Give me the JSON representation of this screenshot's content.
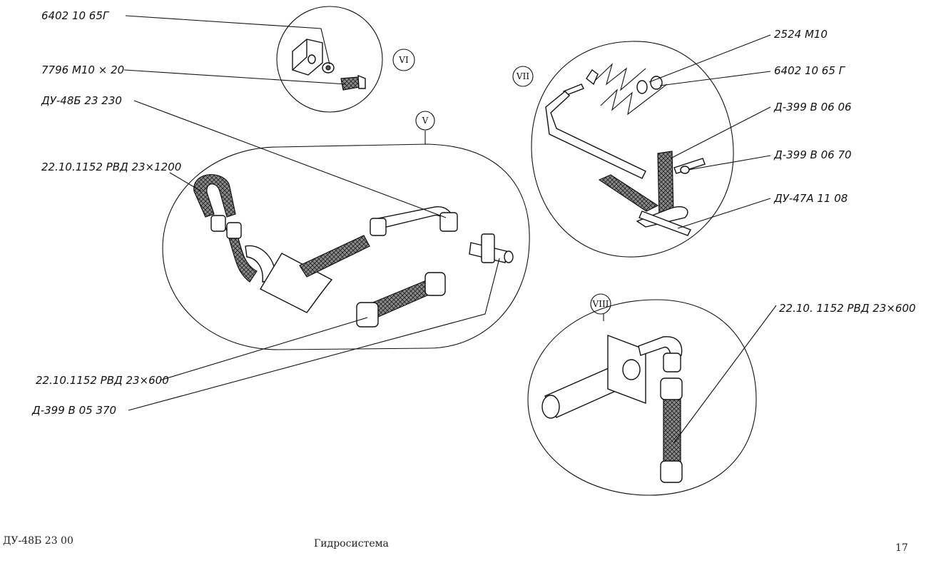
{
  "callouts": {
    "vi_washer": "6402  10  65Г",
    "vi_bolt": "7796  М10 × 20",
    "v_pipe": "ДУ-48Б  23  230",
    "v_hose_long": "22.10.1152 РВД 23×1200",
    "v_hose_short": "22.10.1152 РВД 23×600",
    "v_tee": "Д-399 В  05  370",
    "vii_nut": "2524  М10",
    "vii_washer": "6402  10  65 Г",
    "vii_clip_a": "Д-399 В  06  06",
    "vii_clip_b": "Д-399 В  06  70",
    "vii_bracket": "ДУ-47А  11  08",
    "viii_hose": "22.10. 1152  РВД  23×600"
  },
  "views": {
    "vi": "VI",
    "v": "V",
    "vii": "VII",
    "viii": "VIII"
  },
  "footer": {
    "doc_code": "ДУ-48Б 23 00",
    "section": "Гидросистема",
    "page": "17"
  }
}
